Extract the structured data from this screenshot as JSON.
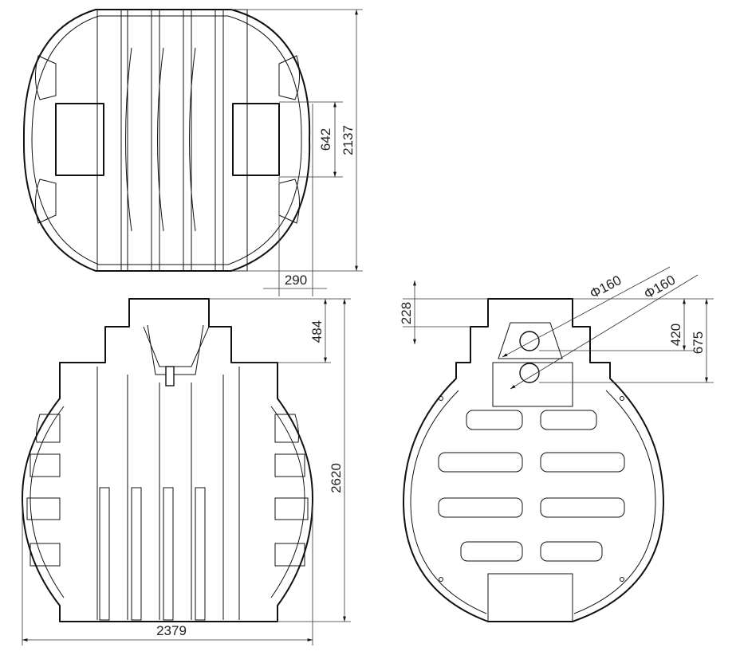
{
  "dimensions": {
    "top_height": "2137",
    "top_inner": "642",
    "top_offset": "290",
    "side_neck": "484",
    "side_height": "2620",
    "side_width": "2379",
    "end_neck": "228",
    "end_inlet_1": "420",
    "end_inlet_2": "675",
    "pipe_1": "Φ160",
    "pipe_2": "Φ160"
  }
}
